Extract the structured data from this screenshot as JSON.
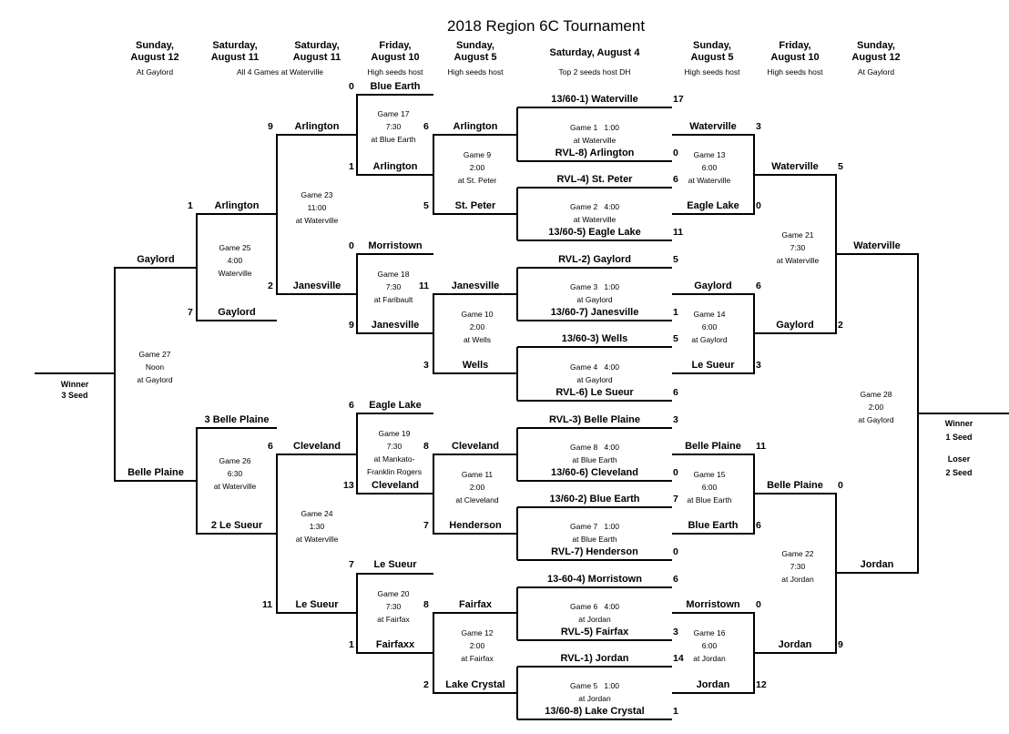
{
  "title": "2018 Region 6C Tournament",
  "columns": [
    {
      "day": "Sunday,",
      "date": "August 12",
      "note": "At Gaylord"
    },
    {
      "day": "Saturday,",
      "date": "August 11",
      "note": "All 4 Games at Waterville"
    },
    {
      "day": "Saturday,",
      "date": "August 11",
      "note": ""
    },
    {
      "day": "Friday,",
      "date": "August 10",
      "note": "High seeds host"
    },
    {
      "day": "Sunday,",
      "date": "August 5",
      "note": "High seeds host"
    },
    {
      "day": "",
      "date": "Saturday, August 4",
      "note": "Top 2 seeds host DH"
    },
    {
      "day": "Sunday,",
      "date": "August 5",
      "note": "High seeds host"
    },
    {
      "day": "Friday,",
      "date": "August 10",
      "note": "High seeds host"
    },
    {
      "day": "Sunday,",
      "date": "August 12",
      "note": "At Gaylord"
    }
  ],
  "teams": [
    {
      "name": "13/60-1) Waterville",
      "score": "17"
    },
    {
      "name": "RVL-8) Arlington",
      "score": "0"
    },
    {
      "name": "RVL-4) St. Peter",
      "score": "6"
    },
    {
      "name": "13/60-5) Eagle Lake",
      "score": "11"
    },
    {
      "name": "RVL-2) Gaylord",
      "score": "5"
    },
    {
      "name": "13/60-7) Janesville",
      "score": "1"
    },
    {
      "name": "13/60-3) Wells",
      "score": "5"
    },
    {
      "name": "RVL-6) Le Sueur",
      "score": "6"
    },
    {
      "name": "RVL-3) Belle Plaine",
      "score": "3"
    },
    {
      "name": "13/60-6) Cleveland",
      "score": "0"
    },
    {
      "name": "13/60-2) Blue Earth",
      "score": "7"
    },
    {
      "name": "RVL-7) Henderson",
      "score": "0"
    },
    {
      "name": "13-60-4) Morristown",
      "score": "6"
    },
    {
      "name": "RVL-5) Fairfax",
      "score": "3"
    },
    {
      "name": "RVL-1) Jordan",
      "score": "14"
    },
    {
      "name": "13/60-8) Lake Crystal",
      "score": "1"
    },
    {
      "name": "Waterville",
      "score": "3"
    },
    {
      "name": "Eagle Lake",
      "score": "0"
    },
    {
      "name": "Gaylord",
      "score": "6"
    },
    {
      "name": "Le Sueur",
      "score": "3"
    },
    {
      "name": "Belle Plaine",
      "score": "11"
    },
    {
      "name": "Blue Earth",
      "score": "6"
    },
    {
      "name": "Morristown",
      "score": "0"
    },
    {
      "name": "Jordan",
      "score": "12"
    },
    {
      "name": "Waterville",
      "score": "5"
    },
    {
      "name": "Gaylord",
      "score": "2"
    },
    {
      "name": "Belle Plaine",
      "score": "0"
    },
    {
      "name": "Jordan",
      "score": "9"
    },
    {
      "name": "Waterville",
      "score": ""
    },
    {
      "name": "Jordan",
      "score": ""
    },
    {
      "name": "Arlington",
      "score": "6"
    },
    {
      "name": "St. Peter",
      "score": "5"
    },
    {
      "name": "Janesville",
      "score": "11"
    },
    {
      "name": "Wells",
      "score": "3"
    },
    {
      "name": "Cleveland",
      "score": "8"
    },
    {
      "name": "Henderson",
      "score": "7"
    },
    {
      "name": "Fairfax",
      "score": "8"
    },
    {
      "name": "Lake Crystal",
      "score": "2"
    },
    {
      "name": "Blue Earth",
      "score": "0"
    },
    {
      "name": "Arlington",
      "score": "1"
    },
    {
      "name": "Morristown",
      "score": "0"
    },
    {
      "name": "Janesville",
      "score": "9"
    },
    {
      "name": "Eagle Lake",
      "score": "6"
    },
    {
      "name": "Cleveland",
      "score": "13"
    },
    {
      "name": "Le Sueur",
      "score": "7"
    },
    {
      "name": "Fairfaxx",
      "score": "1"
    },
    {
      "name": "Arlington",
      "score": "9"
    },
    {
      "name": "Janesville",
      "score": "2"
    },
    {
      "name": "Cleveland",
      "score": "6"
    },
    {
      "name": "Le Sueur",
      "score": "11"
    },
    {
      "name": "Arlington",
      "score": "1"
    },
    {
      "name": "Gaylord",
      "score": "7"
    },
    {
      "name": "3 Belle Plaine",
      "score": ""
    },
    {
      "name": "2 Le Sueur",
      "score": ""
    },
    {
      "name": "Gaylord",
      "score": ""
    },
    {
      "name": "Belle Plaine",
      "score": ""
    }
  ],
  "games": [
    {
      "label": "Game 1",
      "time": "1:00",
      "place": "at Waterville"
    },
    {
      "label": "Game 2",
      "time": "4:00",
      "place": "at Waterville"
    },
    {
      "label": "Game 3",
      "time": "1:00",
      "place": "at Gaylord"
    },
    {
      "label": "Game 4",
      "time": "4:00",
      "place": "at Gaylord"
    },
    {
      "label": "Game 8",
      "time": "4:00",
      "place": "at Blue Earth"
    },
    {
      "label": "Game 7",
      "time": "1:00",
      "place": "at Blue Earth"
    },
    {
      "label": "Game 6",
      "time": "4:00",
      "place": "at Jordan"
    },
    {
      "label": "Game 5",
      "time": "1:00",
      "place": "at Jordan"
    },
    {
      "label": "Game 13",
      "time": "6:00",
      "place": "at Waterville"
    },
    {
      "label": "Game 14",
      "time": "6:00",
      "place": "at Gaylord"
    },
    {
      "label": "Game 15",
      "time": "6:00",
      "place": "at Blue Earth"
    },
    {
      "label": "Game 16",
      "time": "6:00",
      "place": "at Jordan"
    },
    {
      "label": "Game 21",
      "time": "7:30",
      "place": "at Waterville"
    },
    {
      "label": "Game 22",
      "time": "7:30",
      "place": "at Jordan"
    },
    {
      "label": "Game 28",
      "time": "2:00",
      "place": "at Gaylord"
    },
    {
      "label": "Game 9",
      "time": "2:00",
      "place": "at St. Peter"
    },
    {
      "label": "Game 10",
      "time": "2:00",
      "place": "at Wells"
    },
    {
      "label": "Game 11",
      "time": "2:00",
      "place": "at Cleveland"
    },
    {
      "label": "Game 12",
      "time": "2:00",
      "place": "at Fairfax"
    },
    {
      "label": "Game 17",
      "time": "7:30",
      "place": "at Blue Earth"
    },
    {
      "label": "Game 18",
      "time": "7:30",
      "place": "at Faribault"
    },
    {
      "label": "Game 19",
      "time": "7:30",
      "place": "at Mankato-Franklin Rogers"
    },
    {
      "label": "Game 20",
      "time": "7:30",
      "place": "at Fairfax"
    },
    {
      "label": "Game 23",
      "time": "11:00",
      "place": "at Waterville"
    },
    {
      "label": "Game 24",
      "time": "1:30",
      "place": "at Waterville"
    },
    {
      "label": "Game 25",
      "time": "4:00",
      "place": "Waterville"
    },
    {
      "label": "Game 26",
      "time": "6:30",
      "place": "at Waterville"
    },
    {
      "label": "Game 27",
      "time": "Noon",
      "place": "at Gaylord"
    }
  ],
  "winner_left": {
    "line1": "Winner",
    "line2": "3 Seed"
  },
  "winner_right": {
    "line1": "Winner",
    "line2": "1 Seed",
    "line3": "Loser",
    "line4": "2 Seed"
  }
}
